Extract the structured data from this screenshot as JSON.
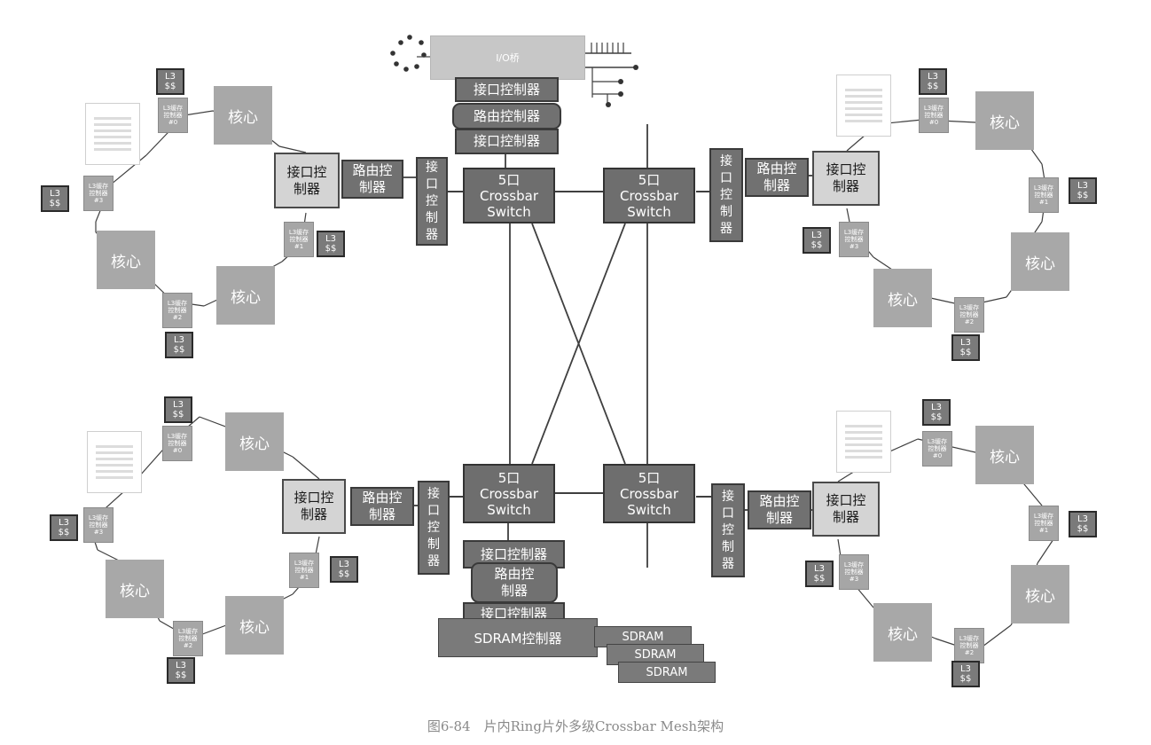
{
  "caption": "图6-84　片内Ring片外多级Crossbar Mesh架构",
  "labels": {
    "core": "核心",
    "l3_line1": "L3",
    "l3_line2": "$$",
    "ctl_line1": "L3缓存",
    "ctl_line2": "控制器",
    "ctl_ids": [
      "#0",
      "#1",
      "#2",
      "#3"
    ],
    "ifc_ctrl": "接口控制器",
    "route_ctrl": "路由控制器",
    "vertical_if": "接口控制器",
    "switch_line1": "5口",
    "switch_line2": "Crossbar",
    "switch_line3": "Switch",
    "io_bridge": "I/O桥",
    "top_if_ctrl": "接口控制器",
    "top_route_ctrl": "路由控制器",
    "bottom_route_ctrl": "路由控\n制器",
    "sdram_ctrl": "SDRAM控制器",
    "sdram": "SDRAM"
  },
  "colors": {
    "core": "#a8a8a8",
    "switch": "#6e6e6e",
    "router": "#717171",
    "interface": "#d4d4d4",
    "l3": "#7a7a7a",
    "wire": "#3f3f3f",
    "caption": "#8a8a8a"
  }
}
